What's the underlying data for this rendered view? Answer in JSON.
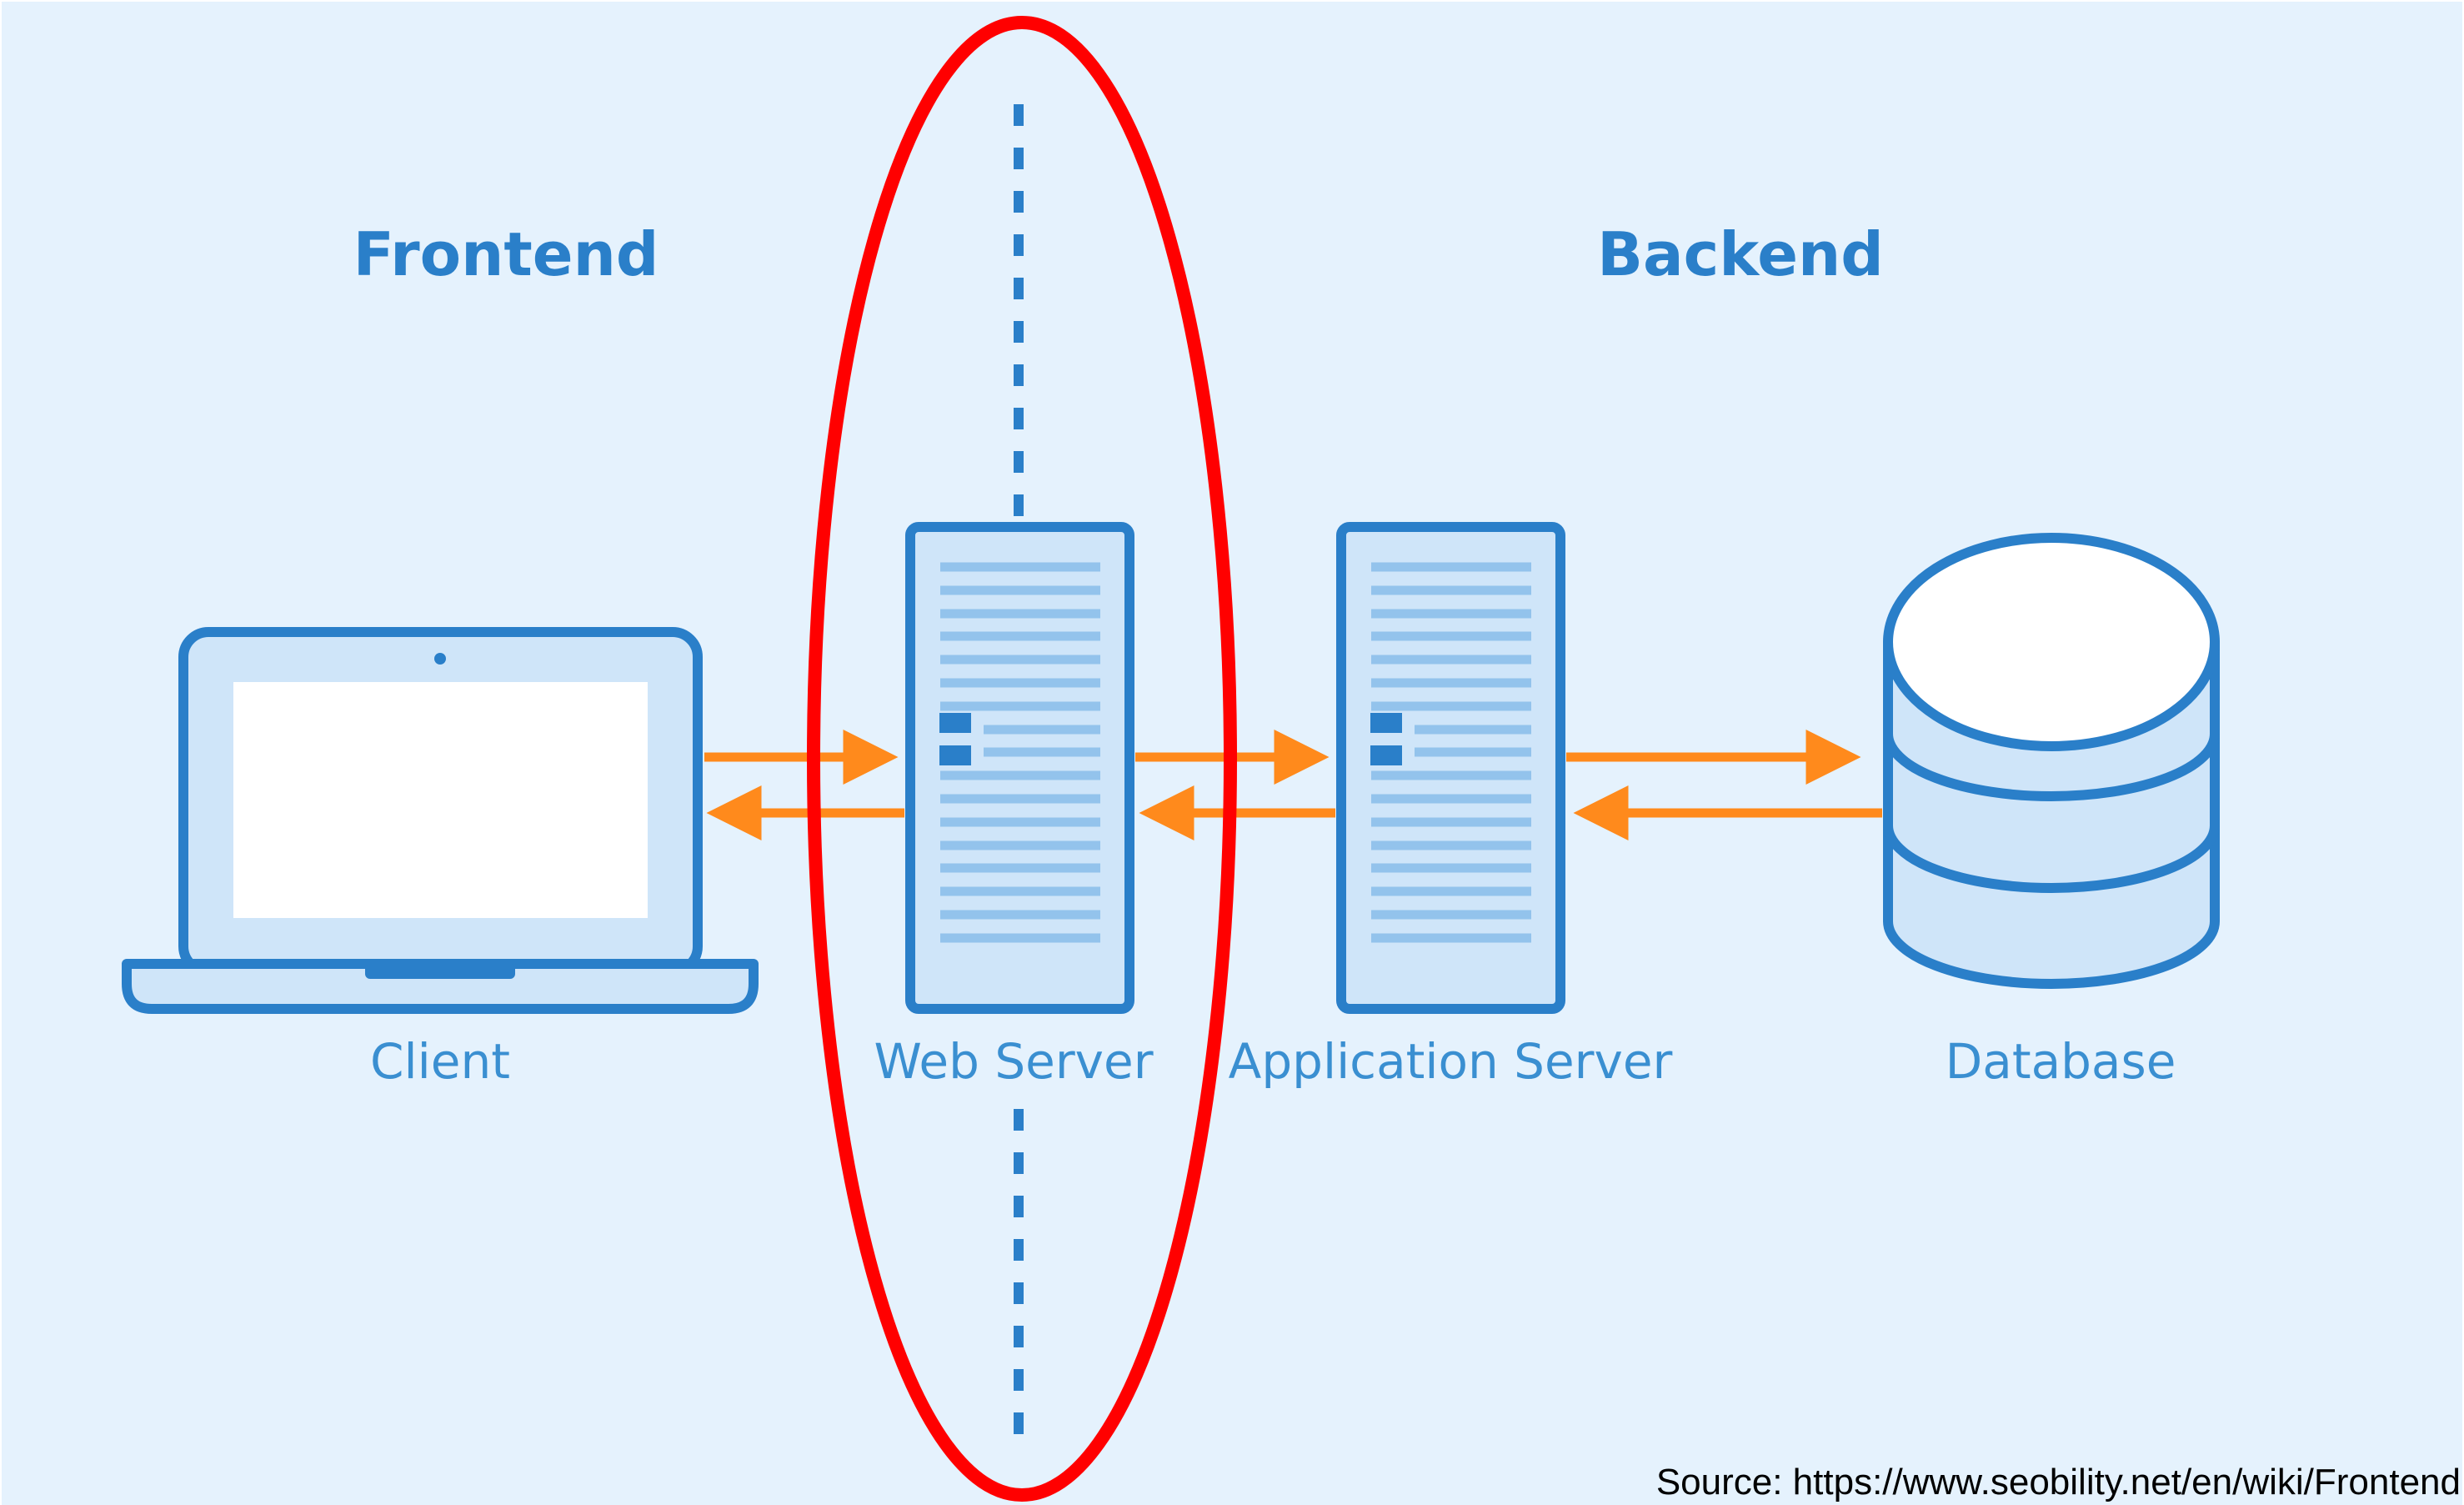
{
  "headings": {
    "frontend": "Frontend",
    "backend": "Backend"
  },
  "nodes": {
    "client": "Client",
    "web_server": "Web Server",
    "application_server": "Application Server",
    "database": "Database"
  },
  "source": "Source: https://www.seobility.net/en/wiki/Frontend",
  "colors": {
    "background": "#e5f2fd",
    "icon_stroke": "#2a7fc9",
    "icon_fill": "#cfe5f9",
    "arrow": "#ff8a1c",
    "highlight_ellipse": "#ff0000"
  }
}
